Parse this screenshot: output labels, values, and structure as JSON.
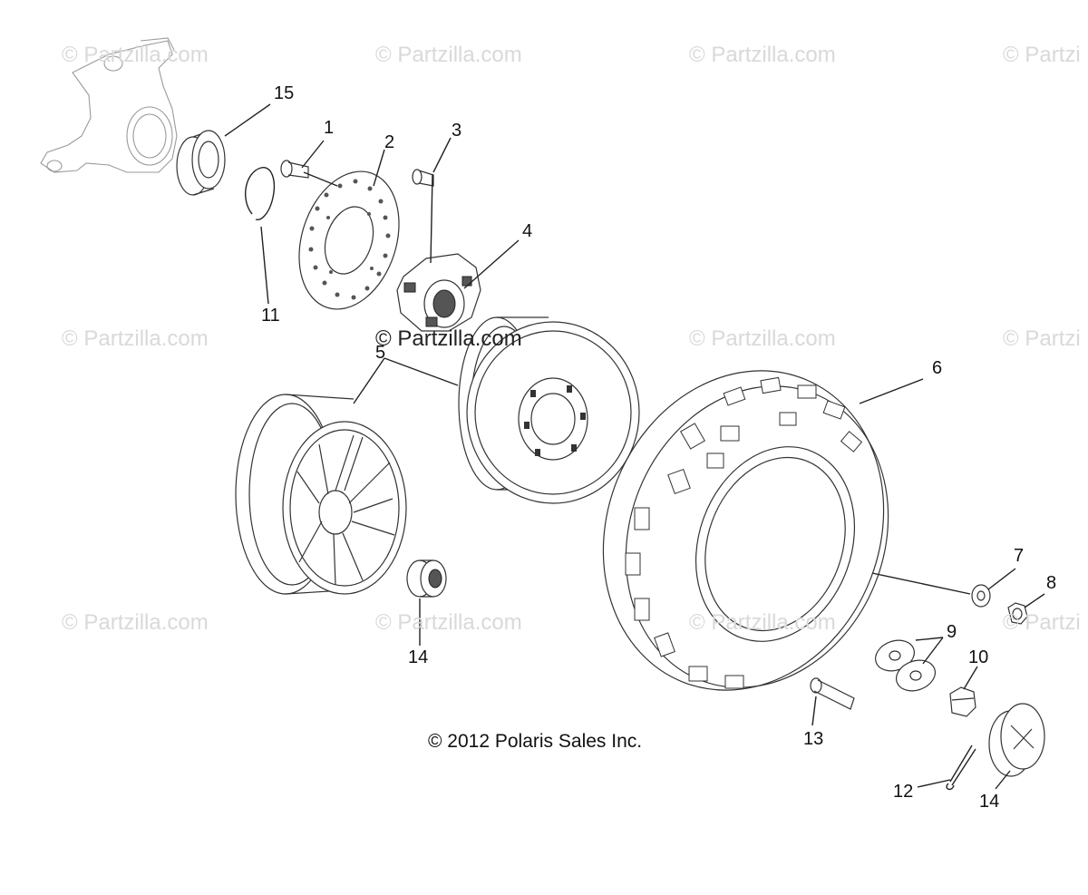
{
  "watermarks": [
    {
      "id": "wm-1",
      "text": "© Partzilla.com"
    },
    {
      "id": "wm-2",
      "text": "© Partzilla.com"
    },
    {
      "id": "wm-3",
      "text": "© Partzilla.com"
    },
    {
      "id": "wm-4",
      "text": "© Partzi"
    },
    {
      "id": "wm-5",
      "text": "© Partzilla.com"
    },
    {
      "id": "wm-6",
      "text": "© Partzilla.com"
    },
    {
      "id": "wm-7",
      "text": "© Partzilla.com"
    },
    {
      "id": "wm-8",
      "text": "© Partzi"
    },
    {
      "id": "wm-9",
      "text": "© Partzilla.com"
    },
    {
      "id": "wm-10",
      "text": "© Partzilla.com"
    },
    {
      "id": "wm-11",
      "text": "© Partzilla.com"
    },
    {
      "id": "wm-12",
      "text": "© Partzi"
    }
  ],
  "callouts": [
    {
      "id": "c15",
      "text": "15"
    },
    {
      "id": "c1",
      "text": "1"
    },
    {
      "id": "c2",
      "text": "2"
    },
    {
      "id": "c3",
      "text": "3"
    },
    {
      "id": "c4",
      "text": "4"
    },
    {
      "id": "c11",
      "text": "11"
    },
    {
      "id": "c5",
      "text": "5"
    },
    {
      "id": "c6",
      "text": "6"
    },
    {
      "id": "c7",
      "text": "7"
    },
    {
      "id": "c8",
      "text": "8"
    },
    {
      "id": "c9",
      "text": "9"
    },
    {
      "id": "c10",
      "text": "10"
    },
    {
      "id": "c14a",
      "text": "14"
    },
    {
      "id": "c13",
      "text": "13"
    },
    {
      "id": "c12",
      "text": "12"
    },
    {
      "id": "c14b",
      "text": "14"
    }
  ],
  "copyright": "© 2012 Polaris Sales Inc."
}
